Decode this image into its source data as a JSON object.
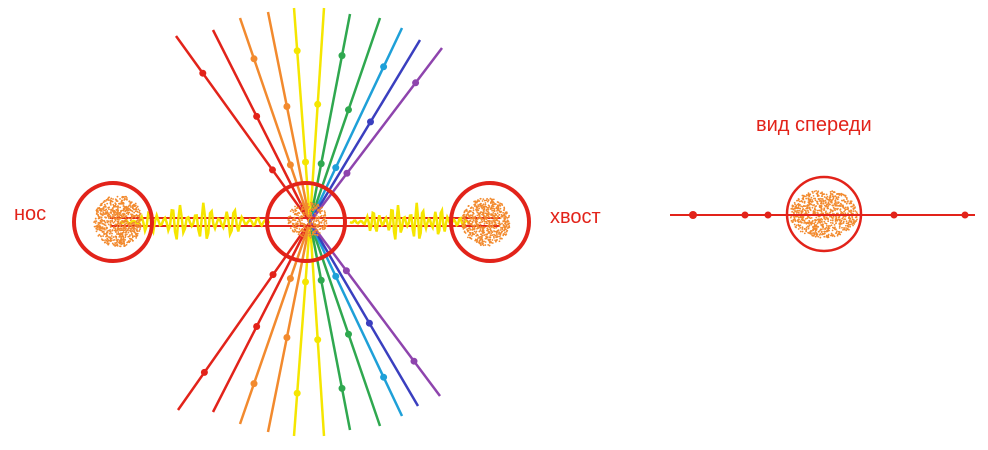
{
  "labels": {
    "nose": "нос",
    "tail": "хвост",
    "front_view": "вид спереди"
  },
  "colors": {
    "ring": "#e2231a",
    "axis": "#e2231a",
    "cloud": "#f28a2e",
    "wave": "#f5e600",
    "rays": [
      "#e2231a",
      "#e2231a",
      "#f28a2e",
      "#f28a2e",
      "#f5e600",
      "#f5e600",
      "#2fa84f",
      "#2fa84f",
      "#1ea0d8",
      "#3a3fbf",
      "#8e44ad"
    ]
  }
}
